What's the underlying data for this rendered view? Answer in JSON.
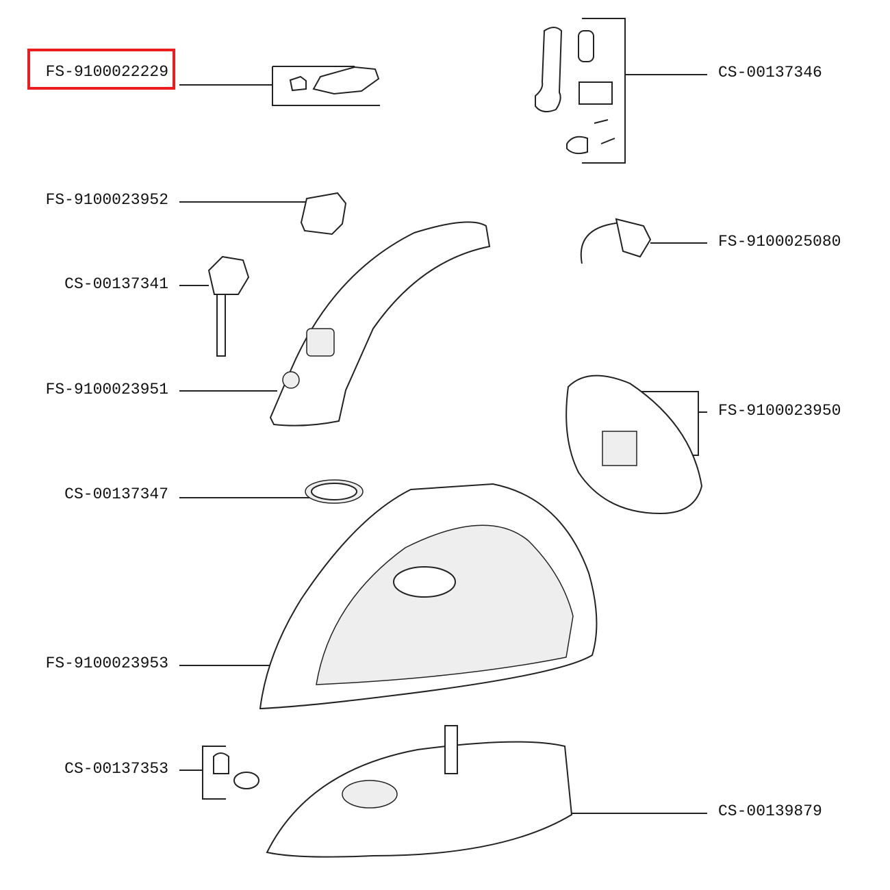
{
  "diagram": {
    "highlight_color": "#ee1c1c",
    "parts": [
      {
        "ref": "FS-9100022229",
        "side": "left",
        "highlighted": true
      },
      {
        "ref": "CS-00137346",
        "side": "right"
      },
      {
        "ref": "FS-9100023952",
        "side": "left"
      },
      {
        "ref": "FS-9100025080",
        "side": "right"
      },
      {
        "ref": "CS-00137341",
        "side": "left"
      },
      {
        "ref": "FS-9100023951",
        "side": "left"
      },
      {
        "ref": "FS-9100023950",
        "side": "right"
      },
      {
        "ref": "CS-00137347",
        "side": "left"
      },
      {
        "ref": "FS-9100023953",
        "side": "left"
      },
      {
        "ref": "CS-00137353",
        "side": "left"
      },
      {
        "ref": "CS-00139879",
        "side": "right"
      }
    ]
  }
}
